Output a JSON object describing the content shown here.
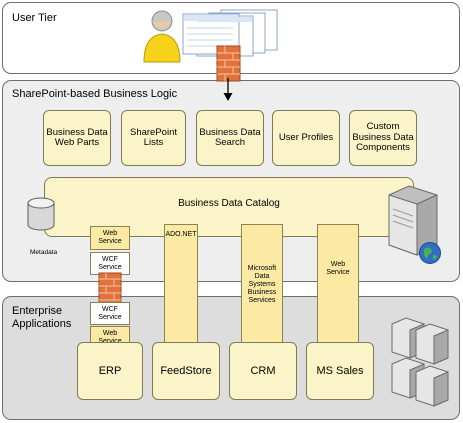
{
  "tiers": {
    "user": "User Tier",
    "business": "SharePoint-based Business Logic",
    "enterprise": "Enterprise Applications"
  },
  "components": [
    "Business Data Web Parts",
    "SharePoint Lists",
    "Business Data Search",
    "User Profiles",
    "Custom Business Data Components"
  ],
  "catalog": {
    "title": "Business Data Catalog",
    "metadata_label": "Metadata"
  },
  "services": {
    "erp_upper": [
      "Web Service",
      "WCF Service"
    ],
    "erp_lower": [
      "WCF Service",
      "Web Service"
    ],
    "feedstore": "ADO.NET",
    "crm": "Microsoft Data Systems Business Services",
    "mssales": "Web Service"
  },
  "systems": [
    "ERP",
    "FeedStore",
    "CRM",
    "MS Sales"
  ],
  "colors": {
    "box_fill": "#fbf4c9",
    "column_fill": "#fbe9a4",
    "tier_fill": "#ececec",
    "enterprise_fill": "#dcdcdc"
  },
  "icons": [
    "user-icon",
    "firewall-icon",
    "database-icon",
    "server-icon",
    "globe-icon",
    "server-rack-icon"
  ]
}
